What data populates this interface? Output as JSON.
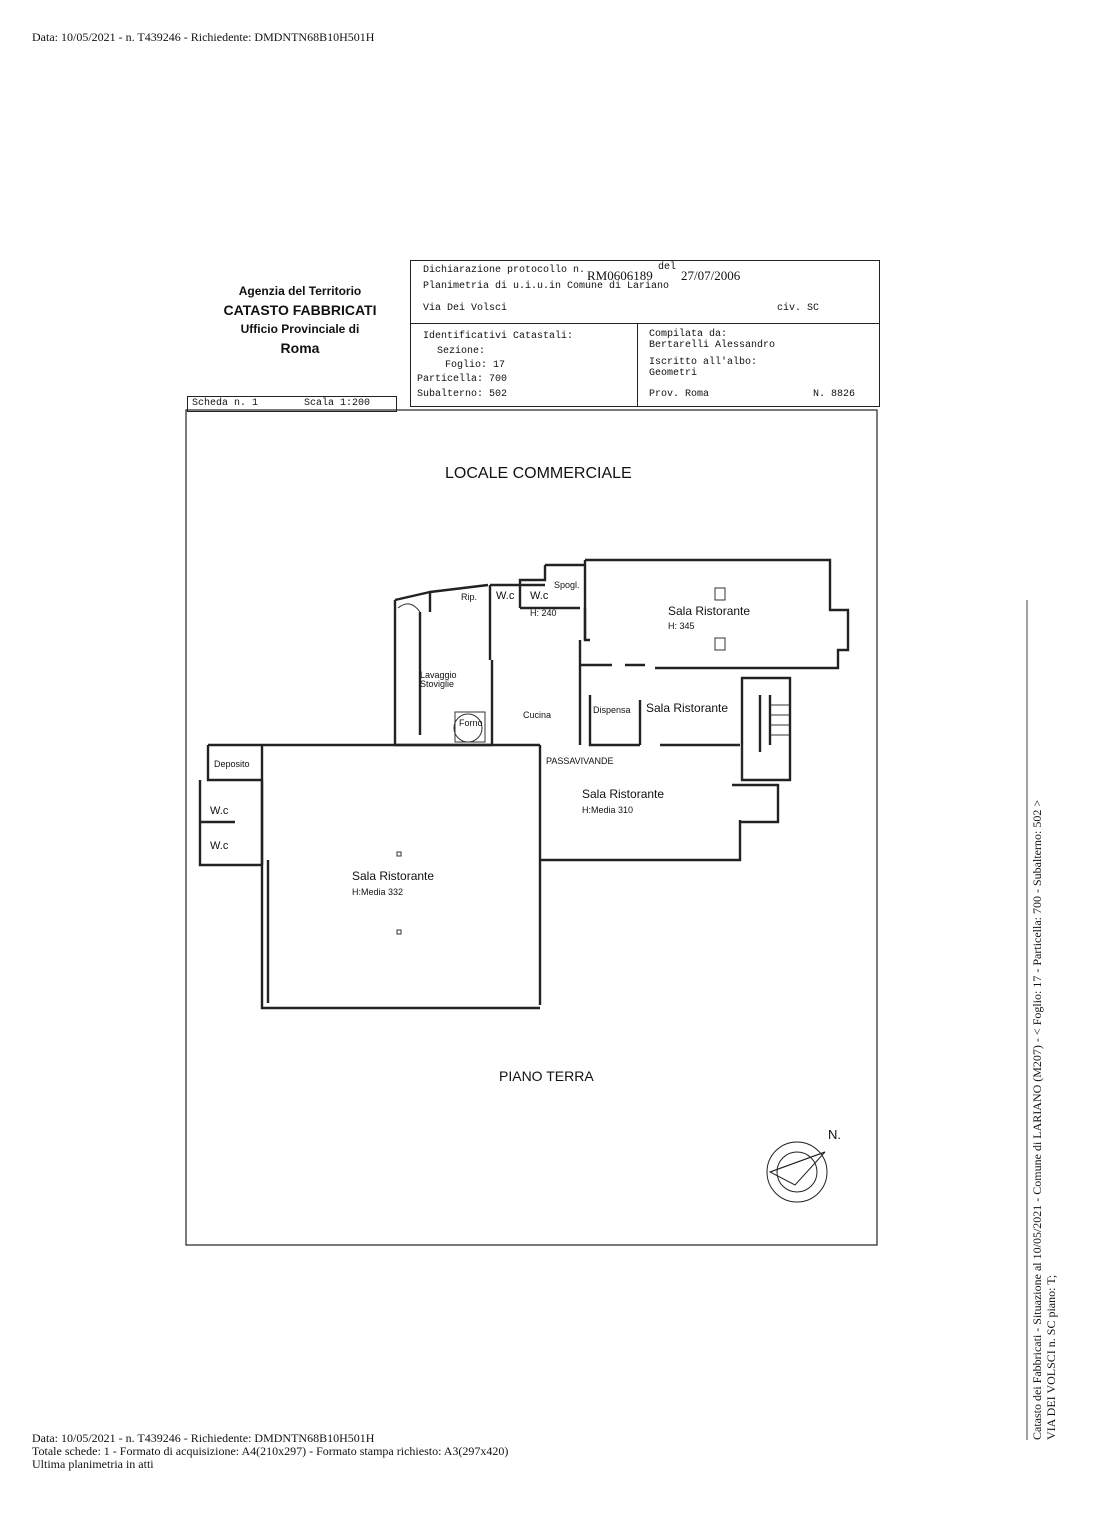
{
  "print_header": "Data: 10/05/2021 - n. T439246 - Richiedente: DMDNTN68B10H501H",
  "agency": {
    "line1": "Agenzia del Territorio",
    "line2": "CATASTO FABBRICATI",
    "line3": "Ufficio Provinciale di",
    "line4": "Roma"
  },
  "header": {
    "dichiarazione_label": "Dichiarazione protocollo n.",
    "protocollo": "RM0606189",
    "del_label": "del",
    "date": "27/07/2006",
    "planimetria": "Planimetria di u.i.u.in Comune di Lariano",
    "via": "Via Dei Volsci",
    "civ": "civ. SC",
    "ident_title": "Identificativi Catastali:",
    "sezione": "Sezione:",
    "foglio": "Foglio: 17",
    "particella": "Particella: 700",
    "subalterno": "Subalterno: 502",
    "compilata_label": "Compilata da:",
    "compilata_name": "Bertarelli Alessandro",
    "iscritto_label": "Iscritto all'albo:",
    "iscritto_value": "Geometri",
    "prov": "Prov. Roma",
    "numero": "N.  8826"
  },
  "scheda": {
    "scheda": "Scheda n. 1",
    "scala": "Scala 1:200"
  },
  "plan": {
    "title": "LOCALE COMMERCIALE",
    "floor": "PIANO TERRA",
    "north": "N.",
    "rooms": {
      "rip": "Rip.",
      "wc1": "W.c",
      "wc2": "W.c",
      "spogl": "Spogl.",
      "h240": "H: 240",
      "sala1": "Sala Ristorante",
      "h345": "H: 345",
      "lavaggio1": "Lavaggio",
      "lavaggio2": "Stoviglie",
      "forno": "Forno",
      "cucina": "Cucina",
      "dispensa": "Dispensa",
      "sala2": "Sala Ristorante",
      "passavivande": "PASSAVIVANDE",
      "deposito": "Deposito",
      "wc3": "W.c",
      "wc4": "W.c",
      "sala3": "Sala Ristorante",
      "hmedia310": "H:Media 310",
      "sala4": "Sala Ristorante",
      "hmedia332": "H:Media 332"
    }
  },
  "side_text": {
    "line1": "Catasto dei Fabbricati - Situazione al 10/05/2021 - Comune di LARIANO (M207) - < Foglio: 17 - Particella: 700 - Subalterno: 502 >",
    "line2": "VIA DEI VOLSCI n. SC piano: T;"
  },
  "footer": {
    "line1": "Data: 10/05/2021 - n. T439246 - Richiedente: DMDNTN68B10H501H",
    "line2": "Totale schede: 1 - Formato di acquisizione: A4(210x297)  - Formato stampa richiesto: A3(297x420)",
    "line3": "Ultima planimetria in atti"
  }
}
